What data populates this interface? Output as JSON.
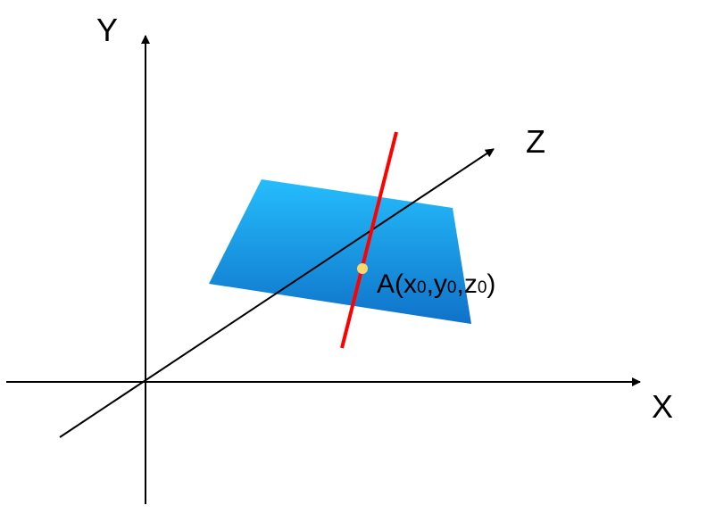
{
  "axes": {
    "x_label": "X",
    "y_label": "Y",
    "z_label": "Z"
  },
  "point": {
    "label_prefix": "A(x",
    "sub_x": "0",
    "sep1": ",y",
    "sub_y": "0",
    "sep2": ",z",
    "sub_z": "0",
    "suffix": ")"
  },
  "colors": {
    "axis": "#000000",
    "plane_top": "#25bdfc",
    "plane_bottom": "#0f72c9",
    "normal_line": "#ff0000",
    "point": "#fdd76e"
  }
}
